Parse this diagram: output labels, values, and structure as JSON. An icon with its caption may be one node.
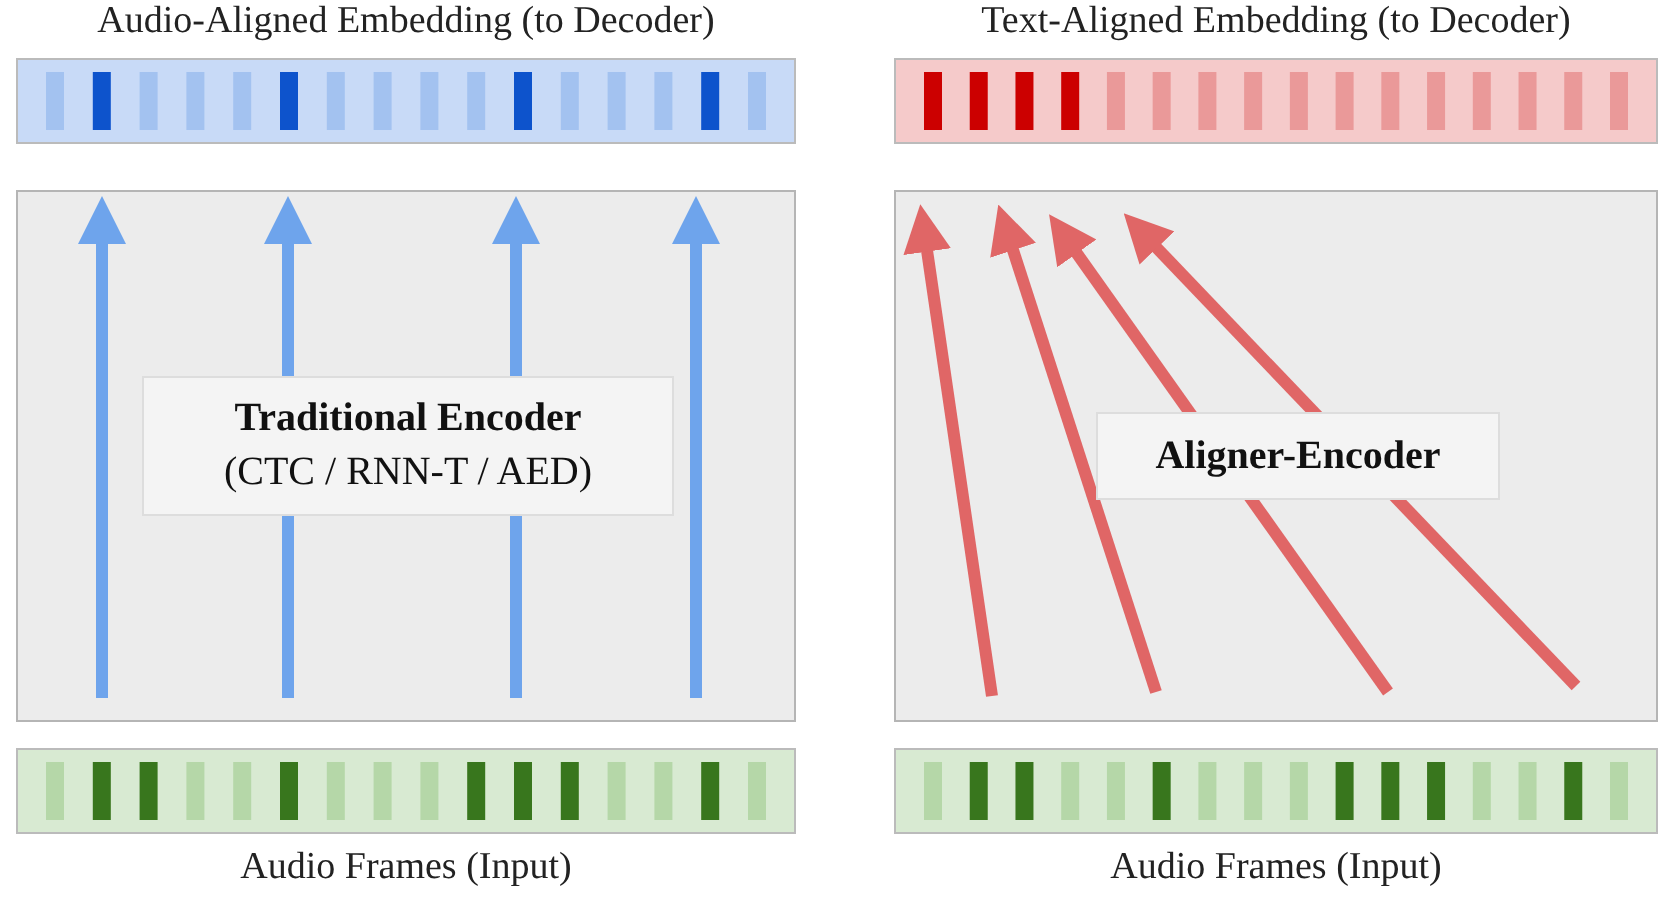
{
  "diagram": {
    "nodes": [
      {
        "text": [
          "Audio-Aligned Embedding (to Decoder)"
        ]
      },
      {
        "text": [],
        "shape": "box"
      },
      {
        "text": [
          "Traditional Encoder",
          "(CTC / RNN-T / AED)"
        ],
        "in": 1
      },
      {
        "text": [
          "Audio Frames (Input)"
        ]
      },
      {
        "text": [
          "Text-Aligned Embedding (to Decoder)"
        ]
      },
      {
        "text": [],
        "shape": "box"
      },
      {
        "text": [
          "Aligner-Encoder"
        ],
        "in": 5
      },
      {
        "text": [
          "Audio Frames (Input)"
        ]
      }
    ]
  }
}
